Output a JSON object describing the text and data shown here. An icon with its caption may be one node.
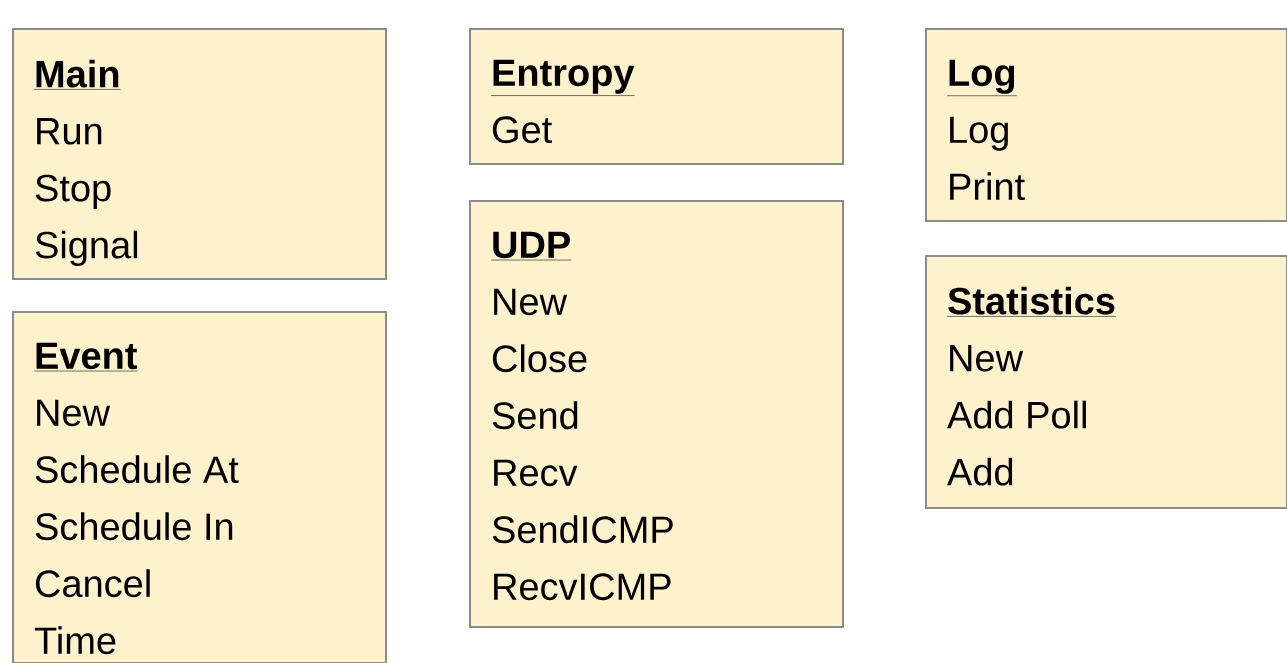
{
  "diagram": {
    "nodes": [
      {
        "text": [
          "Main",
          "Run",
          "Stop",
          "Signal"
        ]
      },
      {
        "text": [
          "Event",
          "New",
          "Schedule At",
          "Schedule In",
          "Cancel",
          "Time"
        ]
      },
      {
        "text": [
          "Entropy",
          "Get"
        ]
      },
      {
        "text": [
          "UDP",
          "New",
          "Close",
          "Send",
          "Recv",
          "SendICMP",
          "RecvICMP"
        ]
      },
      {
        "text": [
          "Log",
          "Log",
          "Print"
        ]
      },
      {
        "text": [
          "Statistics",
          "New",
          "Add Poll",
          "Add"
        ]
      }
    ]
  }
}
